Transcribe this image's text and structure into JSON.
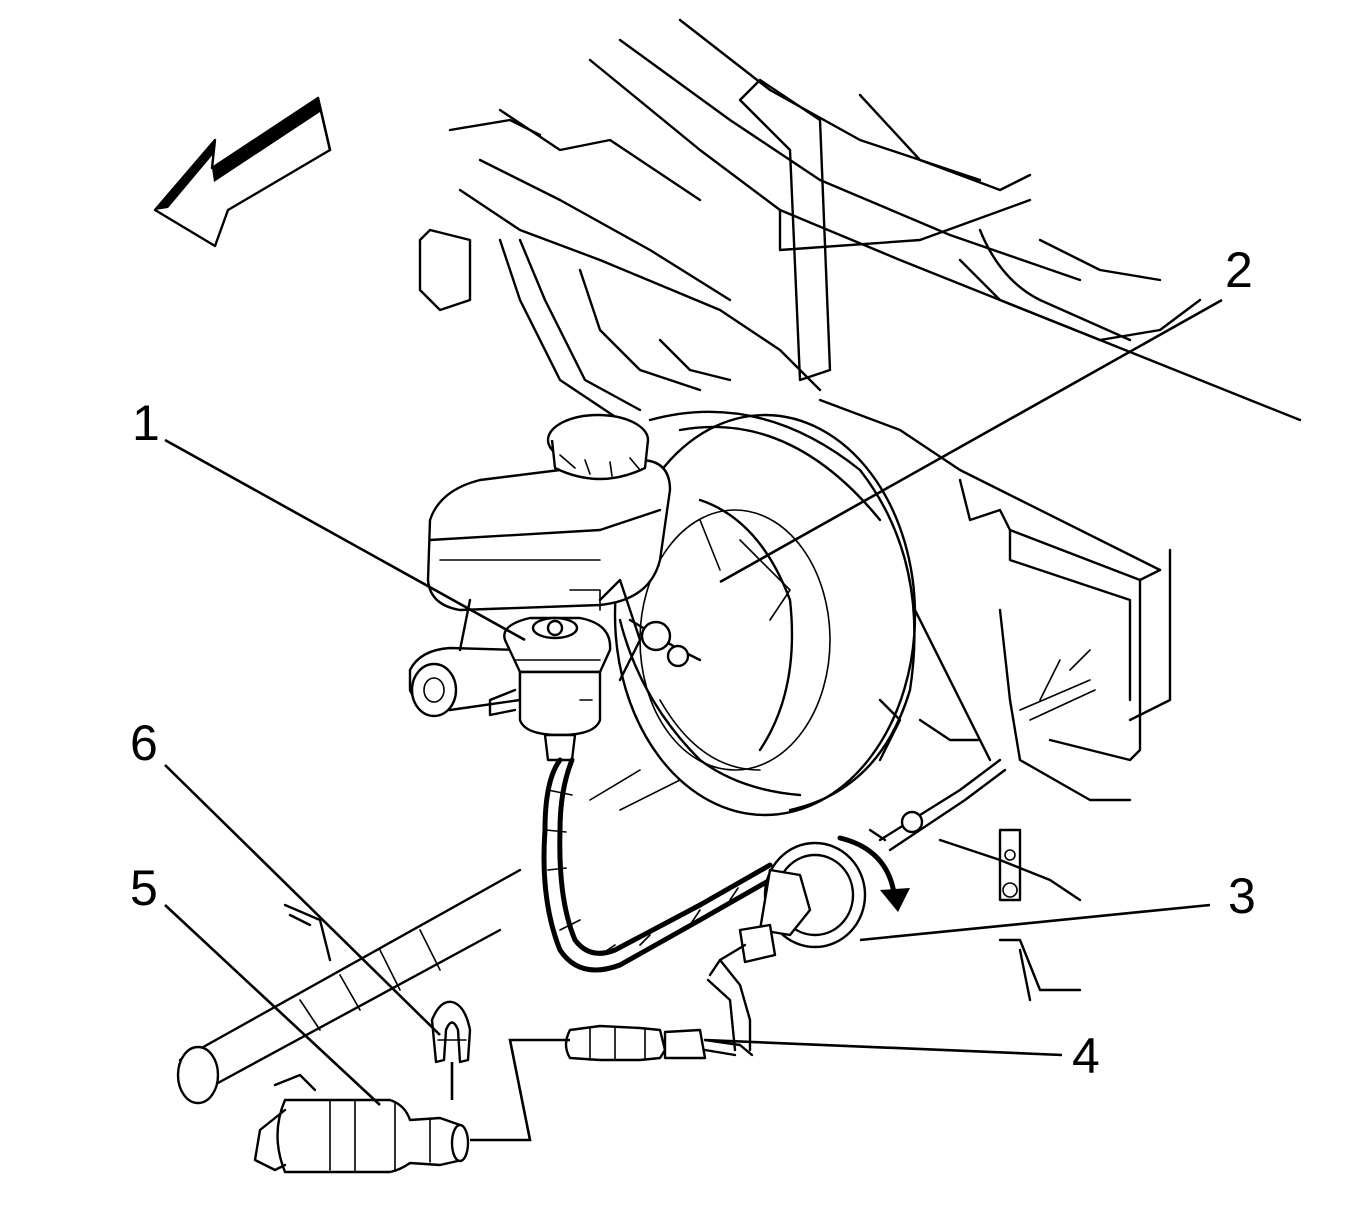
{
  "diagram": {
    "callouts": [
      {
        "id": "1",
        "text": "1"
      },
      {
        "id": "2",
        "text": "2"
      },
      {
        "id": "3",
        "text": "3"
      },
      {
        "id": "4",
        "text": "4"
      },
      {
        "id": "5",
        "text": "5"
      },
      {
        "id": "6",
        "text": "6"
      }
    ],
    "icons": {
      "front_arrow": "direction-arrow-icon",
      "rotation_arrow": "rotation-arrow-icon"
    }
  }
}
